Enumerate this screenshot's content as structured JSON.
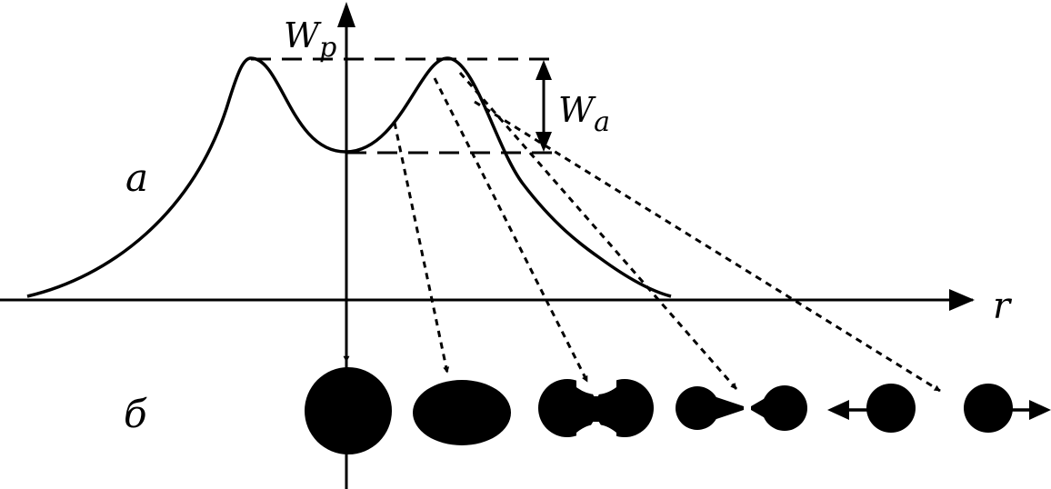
{
  "labels": {
    "y_axis": "W",
    "y_axis_sub": "p",
    "barrier": "W",
    "barrier_sub": "a",
    "x_axis": "r",
    "panel_a": "а",
    "panel_b": "б"
  },
  "colors": {
    "ink": "#000000",
    "background": "#ffffff"
  }
}
